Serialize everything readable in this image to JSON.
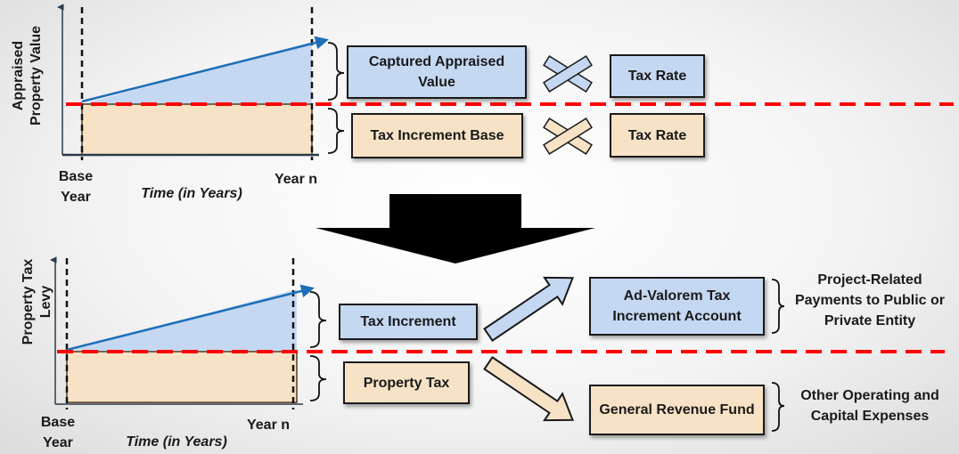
{
  "top": {
    "y_axis_label": [
      "Appraised",
      "Property Value"
    ],
    "base_label": [
      "Base",
      "Year"
    ],
    "end_label": "Year n",
    "x_axis_label": "Time (in Years)",
    "upper_box": "Captured Appraised Value",
    "lower_box": "Tax Increment Base",
    "rate_upper": "Tax Rate",
    "rate_lower": "Tax Rate"
  },
  "bottom": {
    "y_axis_label": [
      "Property Tax",
      "Levy"
    ],
    "base_label": [
      "Base",
      "Year"
    ],
    "end_label": "Year n",
    "x_axis_label": "Time (in Years)",
    "upper_box": "Tax Increment",
    "lower_box": "Property Tax",
    "account_box": "Ad-Valorem Tax Increment Account",
    "fund_box": "General Revenue Fund",
    "account_note": [
      "Project-Related",
      "Payments to Public or",
      "Private Entity"
    ],
    "fund_note": [
      "Other Operating and",
      "Capital Expenses"
    ]
  },
  "colors": {
    "blue_fill": "#c5d8f2",
    "tan_fill": "#f7e2c6",
    "red_dash": "#ff0000",
    "arrow_line": "#1f6fb8"
  }
}
